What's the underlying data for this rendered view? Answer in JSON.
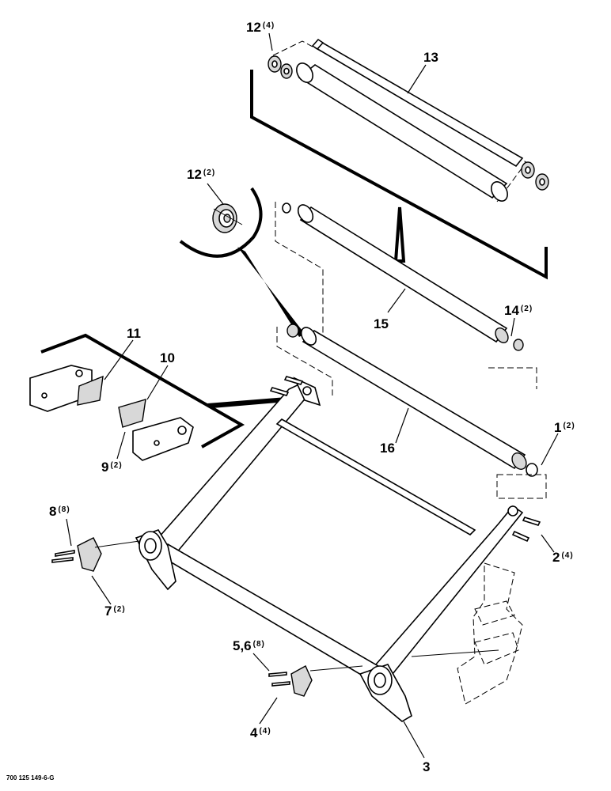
{
  "callouts": {
    "c1": {
      "num": "1",
      "qty": "(2)"
    },
    "c2": {
      "num": "2",
      "qty": "(4)"
    },
    "c3": {
      "num": "3",
      "qty": ""
    },
    "c4": {
      "num": "4",
      "qty": "(4)"
    },
    "c56": {
      "num": "5,6",
      "qty": "(8)"
    },
    "c7": {
      "num": "7",
      "qty": "(2)"
    },
    "c8": {
      "num": "8",
      "qty": "(8)"
    },
    "c9": {
      "num": "9",
      "qty": "(2)"
    },
    "c10": {
      "num": "10",
      "qty": ""
    },
    "c11": {
      "num": "11",
      "qty": ""
    },
    "c12a": {
      "num": "12",
      "qty": "(4)"
    },
    "c12b": {
      "num": "12",
      "qty": "(2)"
    },
    "c13": {
      "num": "13",
      "qty": ""
    },
    "c14": {
      "num": "14",
      "qty": "(2)"
    },
    "c15": {
      "num": "15",
      "qty": ""
    },
    "c16": {
      "num": "16",
      "qty": ""
    }
  },
  "footer": {
    "drawing_code": "700 125 149-6-G"
  }
}
